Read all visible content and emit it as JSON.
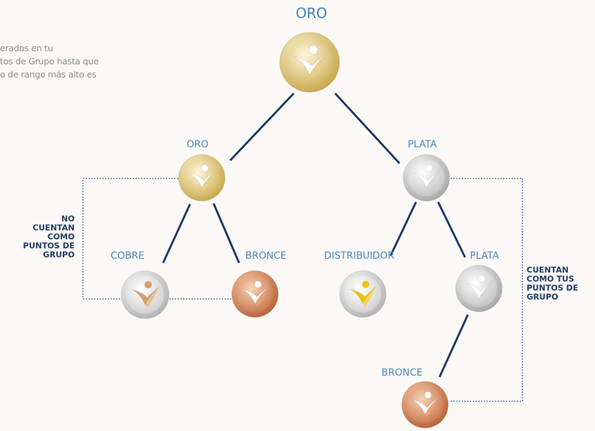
{
  "intro_lines": [
    "erados en tu",
    "tos de Grupo hasta que",
    "o de rango más alto es"
  ],
  "nodes": {
    "root": {
      "label": "ORO"
    },
    "l1_left": {
      "label": "ORO"
    },
    "l1_right": {
      "label": "PLATA"
    },
    "l2_a": {
      "label": "COBRE"
    },
    "l2_b": {
      "label": "BRONCE"
    },
    "l2_c": {
      "label": "DISTRIBUIDOR"
    },
    "l2_d": {
      "label": "PLATA"
    },
    "l3": {
      "label": "BRONCE"
    }
  },
  "notes": {
    "left": [
      "NO",
      "CUENTAN",
      "COMO",
      "PUNTOS DE",
      "GRUPO"
    ],
    "right": [
      "CUENTAN",
      "COMO TUS",
      "PUNTOS DE",
      "GRUPO"
    ]
  },
  "colors": {
    "gold": "#d8c27a",
    "silver": "#c9c9c9",
    "bronze": "#d9875a",
    "copper_figure": "#d9a06a",
    "distributor_figure": "#f0c400",
    "connector": "#1d3a66",
    "dotted": "#5b7aa5",
    "label": "#4f88b5"
  }
}
